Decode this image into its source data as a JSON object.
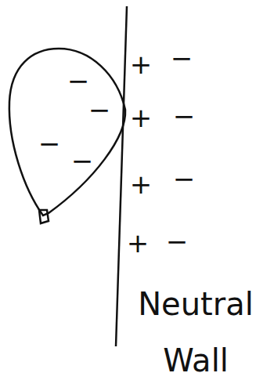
{
  "diagram": {
    "labels": [
      "−",
      "−",
      "−",
      "−",
      "+",
      "−",
      "+",
      "−",
      "+",
      "−",
      "+",
      "−",
      "Neutral Wall"
    ]
  }
}
